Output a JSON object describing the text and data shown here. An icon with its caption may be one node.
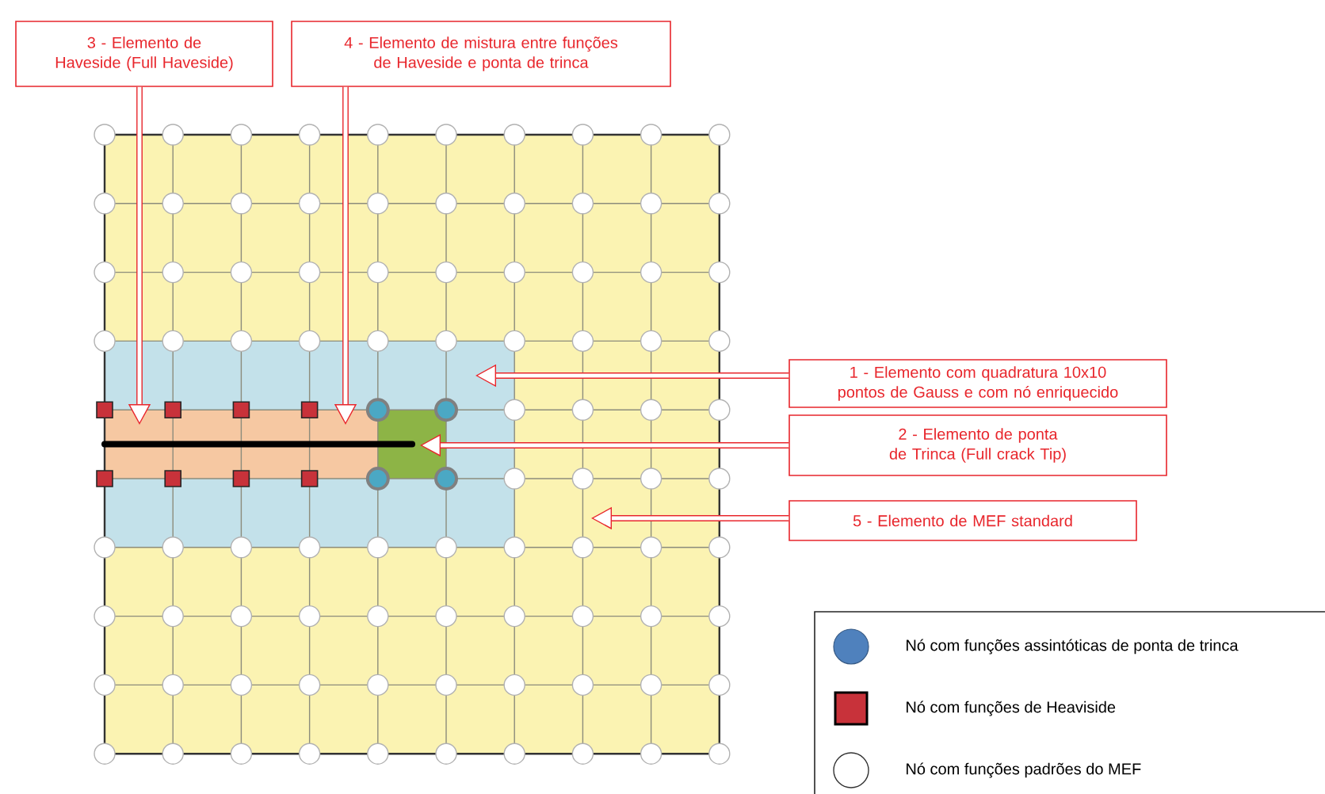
{
  "diagram": {
    "nodes": [
      {
        "text": [
          "3 - Elemento de Haveside (Full Haveside)"
        ]
      },
      {
        "text": [
          "4 - Elemento de mistura entre funções de Haveside e ponta de trinca"
        ]
      },
      {
        "text": [
          "1 - Elemento com quadratura 10x10 pontos de Gauss e com nó enriquecido"
        ]
      },
      {
        "text": [
          "2 - Elemento de ponta de Trinca (Full crack Tip)"
        ]
      },
      {
        "text": [
          "5 - Elemento de MEF standard"
        ]
      }
    ],
    "edges": [
      {
        "from": 0,
        "to": null,
        "arrow": "to"
      },
      {
        "from": 1,
        "to": null,
        "arrow": "to"
      },
      {
        "from": 2,
        "to": null,
        "arrow": "to"
      },
      {
        "from": 3,
        "to": null,
        "arrow": "to"
      },
      {
        "from": 4,
        "to": null,
        "arrow": "to"
      }
    ],
    "legend": [
      {
        "text": "Nó com funções assintóticas de ponta de trinca"
      },
      {
        "text": "Nó com funções de Heaviside"
      },
      {
        "text": "Nó com funções padrões do MEF"
      }
    ]
  }
}
